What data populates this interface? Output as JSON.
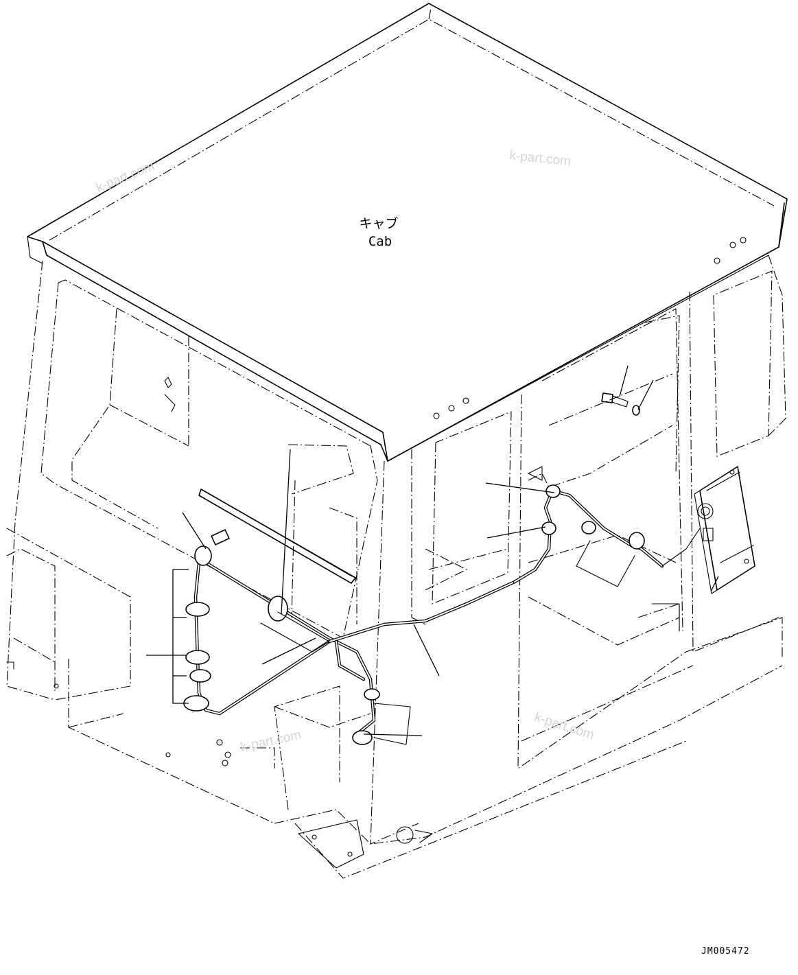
{
  "title_label": {
    "japanese": "キャブ",
    "english": "Cab"
  },
  "watermarks": [
    "k-part.com",
    "k-part.com",
    "k-part.com",
    "k-part.com"
  ],
  "drawing_code": "JM005472"
}
